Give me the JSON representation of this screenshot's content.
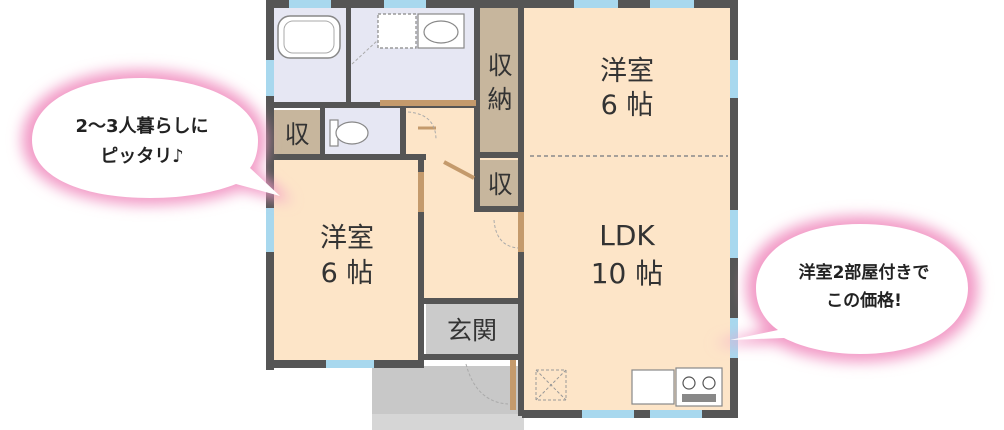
{
  "rooms": {
    "western_right": {
      "name": "洋室",
      "size": "6 帖"
    },
    "western_left": {
      "name": "洋室",
      "size": "6 帖"
    },
    "ldk": {
      "name": "LDK",
      "size": "10 帖"
    },
    "entrance": {
      "name": "玄関"
    },
    "storage_tall": {
      "line1": "収",
      "line2": "納"
    },
    "storage_left": {
      "label": "収"
    },
    "storage_center": {
      "label": "収"
    }
  },
  "bubbles": {
    "left": {
      "line1": "2〜3人暮らしに",
      "line2": "ピッタリ♪"
    },
    "right": {
      "line1": "洋室2部屋付きで",
      "line2": "この価格!"
    }
  },
  "colors": {
    "room_floor": "#fde5c8",
    "storage": "#c7b69d",
    "wet_area": "#e6e7f3",
    "entrance": "#cbcbcb",
    "porch": "#c8c8c8",
    "wall": "#555555",
    "window": "#a8d8ee",
    "bubble_glow": "#f29ac6"
  }
}
